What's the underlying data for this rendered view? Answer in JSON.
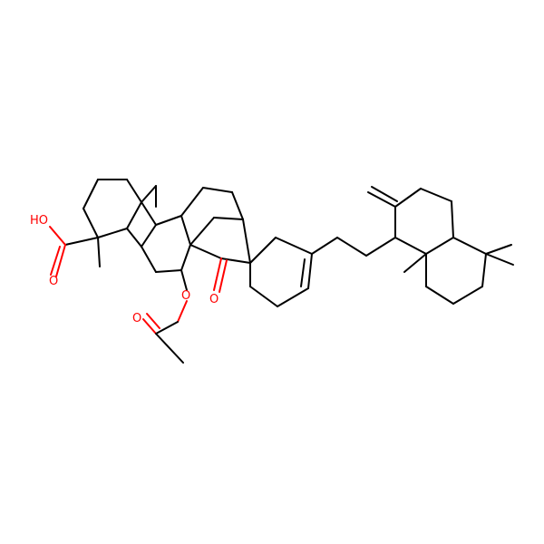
{
  "molecule": {
    "atom_labels": {
      "hydroxyl": "HO",
      "carboxyl_carbonyl_o": "O",
      "ester_o": "O",
      "acetyl_carbonyl_o": "O",
      "ketone_o": "O"
    },
    "colors": {
      "bond": "#000000",
      "heteroatom": "#ff0000",
      "background": "#ffffff"
    }
  }
}
